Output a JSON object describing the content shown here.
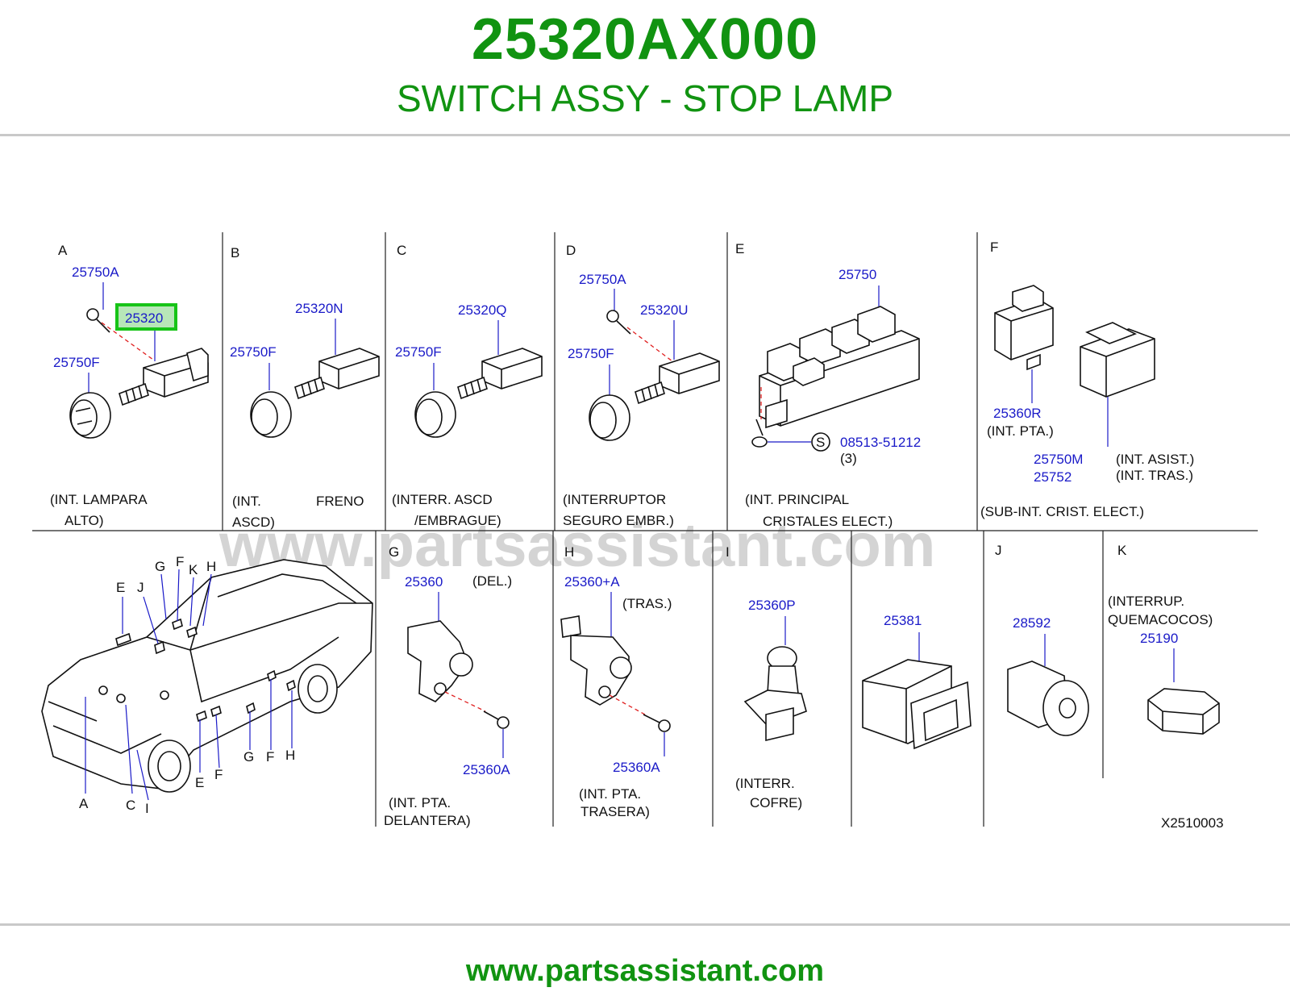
{
  "header": {
    "part_number": "25320AX000",
    "part_name": "SWITCH ASSY - STOP LAMP"
  },
  "diagram": {
    "watermark": "www.partsassistant.com",
    "code": "X2510003",
    "highlighted_part": "25320",
    "sections": {
      "A": {
        "letter": "A",
        "parts": [
          "25750A",
          "25320",
          "25750F"
        ],
        "caption": [
          "(INT.  LAMPARA",
          "ALTO)"
        ]
      },
      "B": {
        "letter": "B",
        "parts": [
          "25320N",
          "25750F"
        ],
        "caption": [
          "(INT.",
          "FRENO",
          "ASCD)"
        ]
      },
      "C": {
        "letter": "C",
        "parts": [
          "25320Q",
          "25750F"
        ],
        "caption": [
          "(INTERR.  ASCD",
          "/EMBRAGUE)"
        ]
      },
      "D": {
        "letter": "D",
        "parts": [
          "25750A",
          "25320U",
          "25750F"
        ],
        "caption": [
          "(INTERRUPTOR",
          "SEGURO  EMBR.)"
        ]
      },
      "E": {
        "letter": "E",
        "parts": [
          "25750",
          "08513-51212"
        ],
        "screw_symbol": "S",
        "qty": "(3)",
        "caption": [
          "(INT.  PRINCIPAL",
          "CRISTALES  ELECT.)"
        ]
      },
      "F": {
        "letter": "F",
        "parts": [
          "25360R",
          "25750M",
          "25752"
        ],
        "notes": [
          "(INT.  PTA.)",
          "(INT.  ASIST.)",
          "(INT.  TRAS.)"
        ],
        "caption": [
          "(SUB-INT.  CRIST.  ELECT.)"
        ]
      },
      "G": {
        "letter": "G",
        "parts": [
          "25360",
          "25360A"
        ],
        "note": "(DEL.)",
        "caption": [
          "(INT.  PTA.",
          "DELANTERA)"
        ]
      },
      "H": {
        "letter": "H",
        "parts": [
          "25360+A",
          "25360A"
        ],
        "note": "(TRAS.)",
        "caption": [
          "(INT.  PTA.",
          "TRASERA)"
        ]
      },
      "I": {
        "letter": "I",
        "parts": [
          "25360P",
          "25381"
        ],
        "caption": [
          "(INTERR.",
          "COFRE)"
        ]
      },
      "J": {
        "letter": "J",
        "parts": [
          "28592"
        ]
      },
      "K": {
        "letter": "K",
        "parts": [
          "25190"
        ],
        "caption": [
          "(INTERRUP.",
          "QUEMACOCOS)"
        ]
      }
    },
    "car_callouts": [
      "E",
      "J",
      "G",
      "F",
      "K",
      "H",
      "A",
      "C",
      "I",
      "E",
      "F",
      "G",
      "F",
      "H"
    ]
  },
  "footer": {
    "url": "www.partsassistant.com"
  }
}
